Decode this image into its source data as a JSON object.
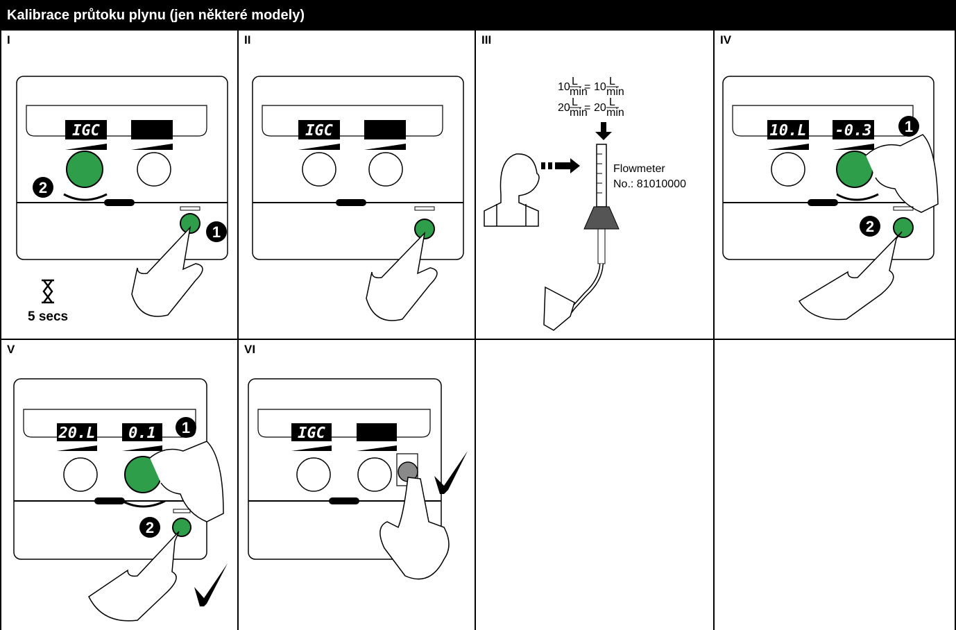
{
  "title": "Kalibrace průtoku plynu (jen některé modely)",
  "panels": [
    {
      "label": "I",
      "display_left": "IGC",
      "display_right": "",
      "badge_knob": "2",
      "badge_button": "1",
      "note": "5 secs"
    },
    {
      "label": "II",
      "display_left": "IGC",
      "display_right": ""
    },
    {
      "label": "III",
      "formula_1": {
        "lhs": "10",
        "rhs": "10",
        "unit_num": "L",
        "unit_den": "min"
      },
      "formula_2": {
        "lhs": "20",
        "rhs": "20",
        "unit_num": "L",
        "unit_den": "min"
      },
      "device_name": "Flowmeter",
      "device_number": "No.: 81010000"
    },
    {
      "label": "IV",
      "display_left": "10.L",
      "display_right": "-0.3",
      "badge_knob": "1",
      "badge_button": "2"
    },
    {
      "label": "V",
      "display_left": "20.L",
      "display_right": "0.1",
      "badge_knob": "1",
      "badge_button": "2"
    },
    {
      "label": "VI",
      "display_left": "IGC",
      "display_right": ""
    },
    {
      "label": ""
    },
    {
      "label": ""
    }
  ],
  "colors": {
    "header_bg": "#000000",
    "knob_green": "#2e9e4a",
    "button_grey": "#8a8a8a"
  }
}
